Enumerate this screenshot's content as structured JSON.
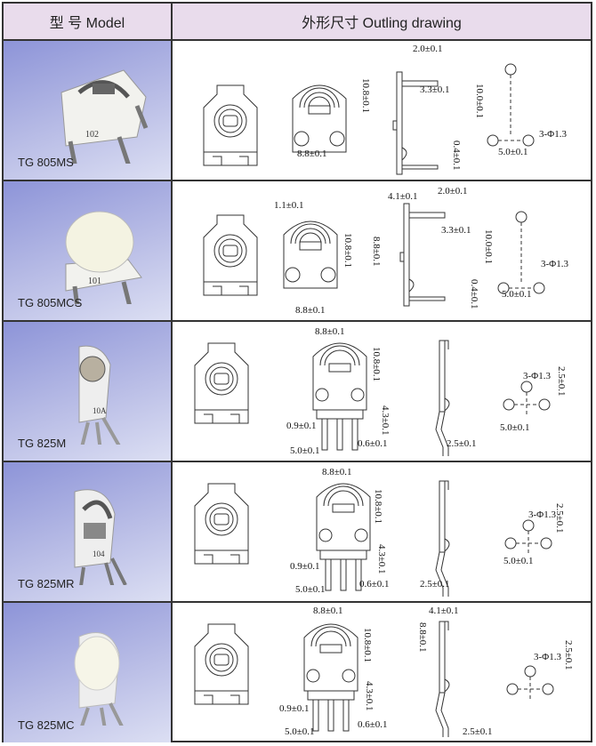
{
  "header": {
    "model": "型 号  Model",
    "drawing": "外形尺寸  Outling drawing"
  },
  "rows": [
    {
      "model": "TG 805MS",
      "marking": "102",
      "dims": [
        "10.8±0.1",
        "8.8±0.1",
        "2.0±0.1",
        "3.3±0.1",
        "0.4±0.1",
        "10.0±0.1",
        "3-Φ1.3",
        "5.0±0.1"
      ]
    },
    {
      "model": "TG 805MCS",
      "marking": "101",
      "dims": [
        "1.1±0.1",
        "4.1±0.1",
        "2.0±0.1",
        "3.3±0.1",
        "10.8±0.1",
        "8.8±0.1",
        "10.0±0.1",
        "3-Φ1.3",
        "5.0±0.1",
        "0.4±0.1",
        "8.8±0.1"
      ]
    },
    {
      "model": "TG 825M",
      "marking": "10A",
      "dims": [
        "8.8±0.1",
        "10.8±0.1",
        "4.3±0.1",
        "0.9±0.1",
        "5.0±0.1",
        "0.6±0.1",
        "2.5±0.1",
        "3-Φ1.3",
        "2.5±0.1",
        "5.0±0.1"
      ]
    },
    {
      "model": "TG 825MR",
      "marking": "104",
      "dims": [
        "8.8±0.1",
        "10.8±0.1",
        "4.3±0.1",
        "0.9±0.1",
        "5.0±0.1",
        "0.6±0.1",
        "2.5±0.1",
        "3-Φ1.3",
        "2.5±0.1",
        "5.0±0.1"
      ]
    },
    {
      "model": "TG 825MC",
      "marking": "",
      "dims": [
        "8.8±0.1",
        "4.1±0.1",
        "8.8±0.1",
        "10.8±0.1",
        "2.5±0.1",
        "3-Φ1.3",
        "4.3±0.1",
        "0.9±0.1",
        "5.0±0.1",
        "0.6±0.1",
        "2.5±0.1"
      ]
    }
  ]
}
